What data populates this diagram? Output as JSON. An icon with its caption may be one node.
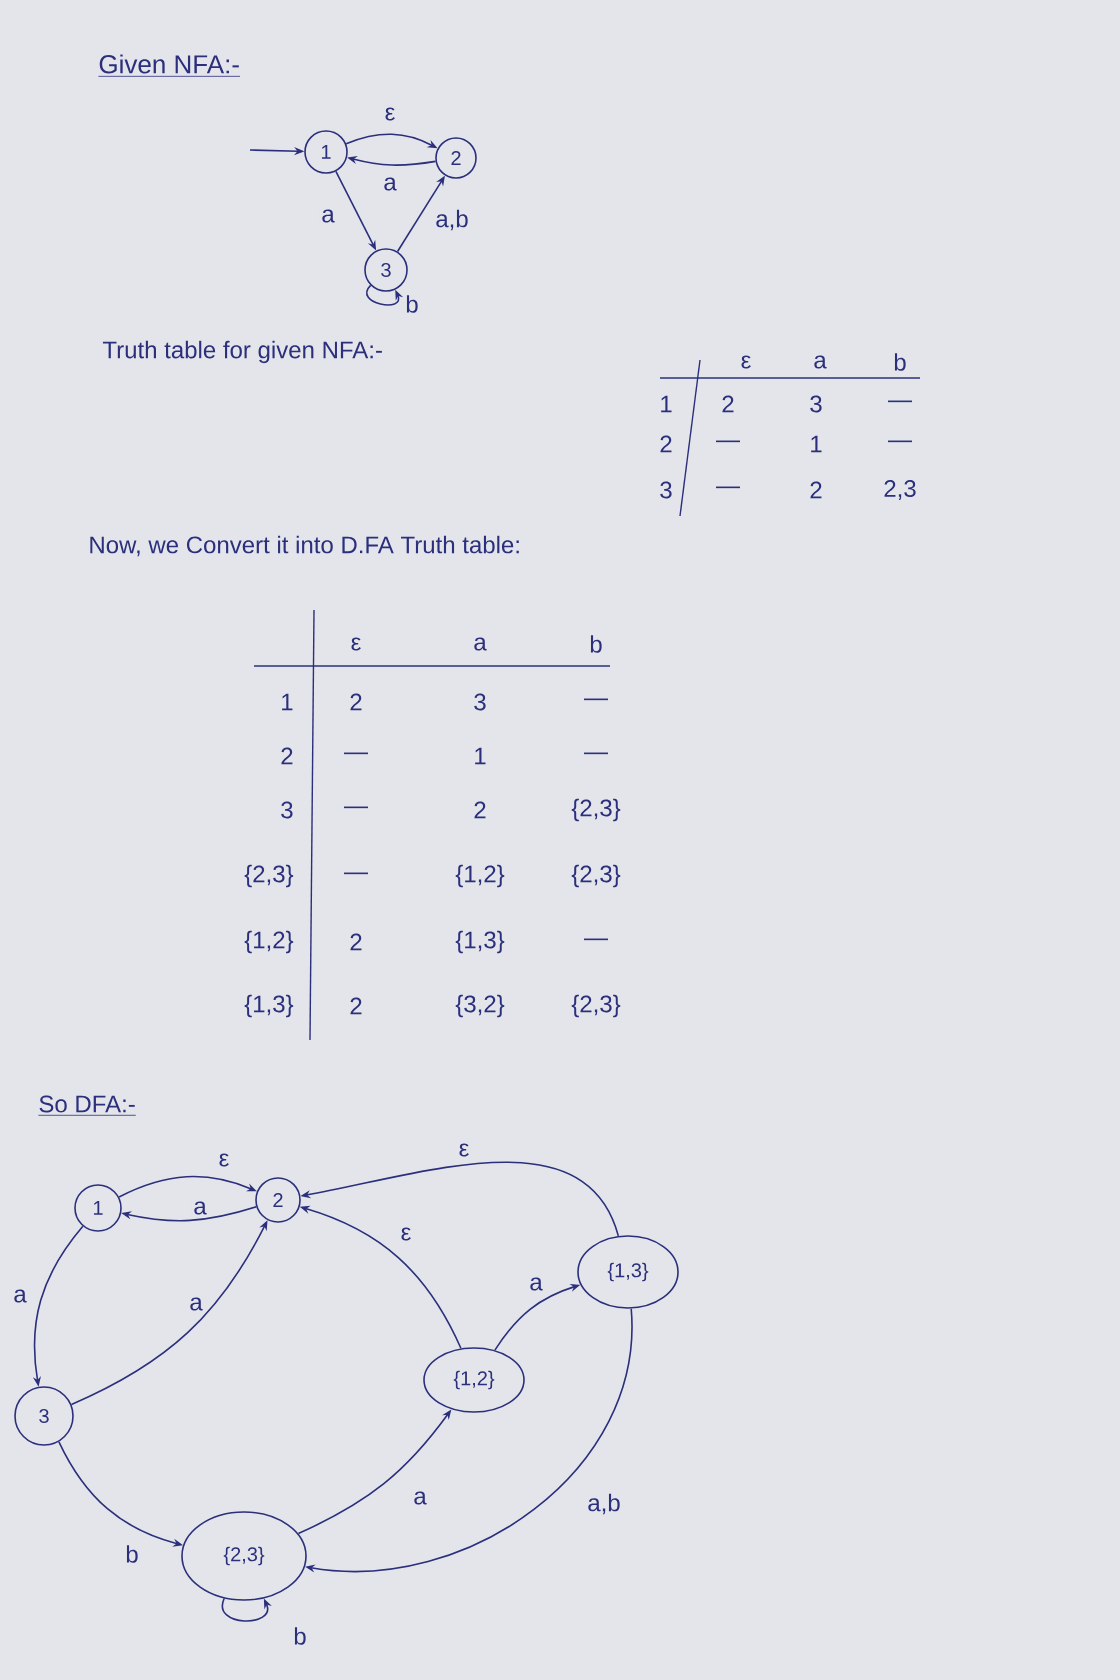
{
  "diagram": {
    "title": "Given NFA:-",
    "nodes": [
      {
        "text": [
          "1"
        ]
      },
      {
        "text": [
          "2"
        ]
      },
      {
        "text": [
          "3"
        ]
      },
      {
        "text": [
          "1"
        ]
      },
      {
        "text": [
          "2"
        ]
      },
      {
        "text": [
          "3"
        ]
      },
      {
        "text": [
          "{1,2}"
        ]
      },
      {
        "text": [
          "{1,3}"
        ]
      },
      {
        "text": [
          "{2,3}"
        ]
      }
    ],
    "edges": [
      {
        "from": null,
        "to": 0,
        "arrow": "to"
      },
      {
        "from": 0,
        "to": 1,
        "arrow": "to",
        "label": "ε"
      },
      {
        "from": 1,
        "to": 0,
        "arrow": "to",
        "label": "a"
      },
      {
        "from": 0,
        "to": 2,
        "arrow": "to",
        "label": "a"
      },
      {
        "from": 2,
        "to": 1,
        "arrow": "to",
        "label": "a,b"
      },
      {
        "from": 2,
        "to": 2,
        "arrow": "to",
        "label": "b"
      },
      {
        "from": 3,
        "to": 4,
        "arrow": "to",
        "label": "ε"
      },
      {
        "from": 4,
        "to": 3,
        "arrow": "to",
        "label": "a"
      },
      {
        "from": 3,
        "to": 5,
        "arrow": "to",
        "label": "a"
      },
      {
        "from": 5,
        "to": 4,
        "arrow": "to",
        "label": "a"
      },
      {
        "from": 5,
        "to": 8,
        "arrow": "to",
        "label": "b"
      },
      {
        "from": 8,
        "to": 6,
        "arrow": "to",
        "label": "a"
      },
      {
        "from": 6,
        "to": 7,
        "arrow": "to",
        "label": "a"
      },
      {
        "from": 6,
        "to": 4,
        "arrow": "to",
        "label": "ε"
      },
      {
        "from": 7,
        "to": 4,
        "arrow": "to",
        "label": "ε"
      },
      {
        "from": 7,
        "to": 8,
        "arrow": "to",
        "label": "a,b"
      },
      {
        "from": 8,
        "to": 8,
        "arrow": "to",
        "label": "b"
      }
    ],
    "labels": [
      "Truth table for given NFA:-",
      "ε",
      "a",
      "b",
      "1",
      "2",
      "3",
      "—",
      "2",
      "—",
      "1",
      "—",
      "3",
      "—",
      "2",
      "2,3",
      "Now, we Convert it into D.FA Truth table:",
      "ε",
      "a",
      "b",
      "1",
      "2",
      "3",
      "—",
      "2",
      "—",
      "1",
      "—",
      "3",
      "—",
      "2",
      "{2,3}",
      "{2,3}",
      "—",
      "{1,2}",
      "{2,3}",
      "{1,2}",
      "2",
      "{1,3}",
      "—",
      "{1,3}",
      "2",
      "{3,2}",
      "{2,3}",
      "So DFA:-"
    ]
  }
}
